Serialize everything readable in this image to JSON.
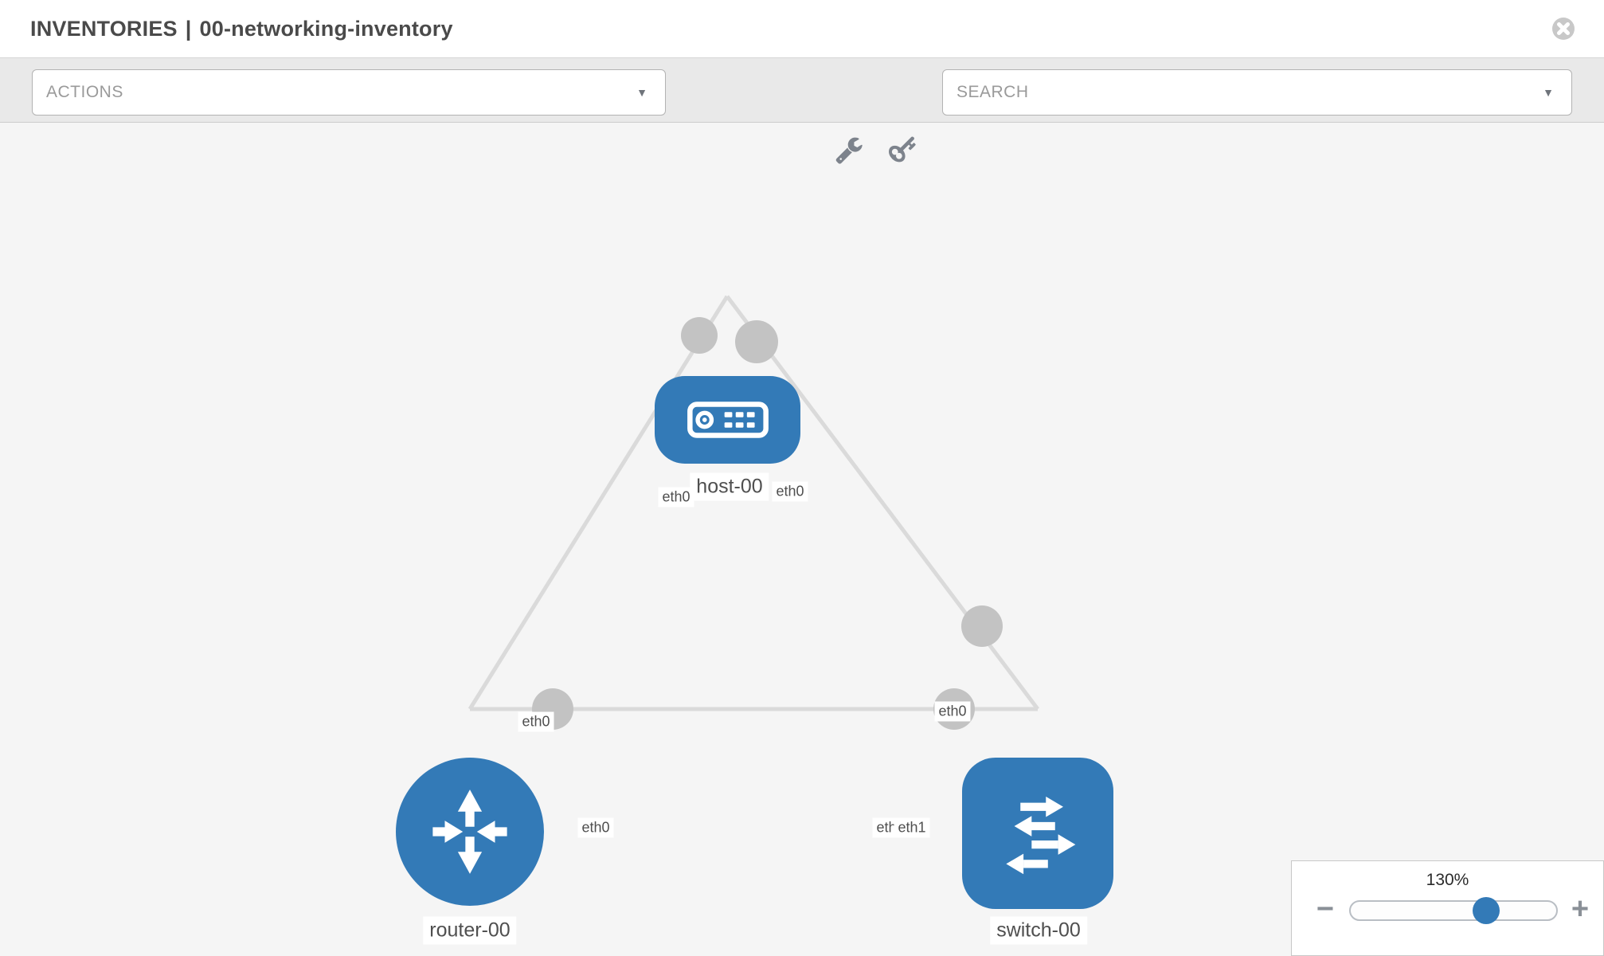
{
  "header": {
    "section": "INVENTORIES",
    "separator": "|",
    "item": "00-networking-inventory"
  },
  "toolbar": {
    "actions_label": "ACTIONS",
    "search_placeholder": "SEARCH"
  },
  "icons": {
    "caret": "▼"
  },
  "topology": {
    "nodes": [
      {
        "type": "host",
        "label": "host-00"
      },
      {
        "type": "router",
        "label": "router-00"
      },
      {
        "type": "switch",
        "label": "switch-00"
      }
    ],
    "links": [
      {
        "from": "host-00",
        "to": "router-00",
        "from_interface": "eth0",
        "to_interface": "eth0"
      },
      {
        "from": "host-00",
        "to": "switch-00",
        "from_interface": "eth0",
        "to_interface": "eth0"
      },
      {
        "from": "router-00",
        "to": "switch-00",
        "from_interface": "eth0",
        "to_interface": "eth1"
      }
    ]
  },
  "zoom_control": {
    "level": "130%",
    "minus": "−",
    "plus": "+"
  },
  "colors": {
    "node_blue": "#337ab7",
    "link_gray": "#dadada",
    "connector_gray": "#c3c3c3",
    "canvas_bg": "#f5f5f5"
  }
}
